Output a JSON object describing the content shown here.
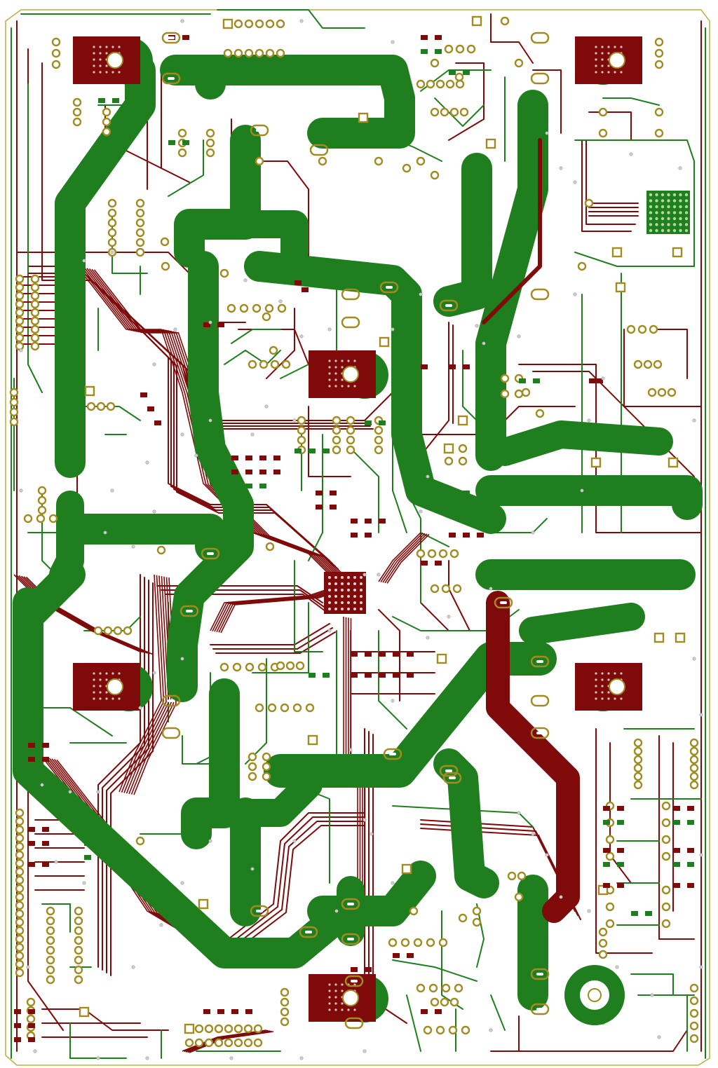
{
  "board": {
    "colors": {
      "background": "#ffffff",
      "outline": "#b8b040",
      "top_copper": "#1f7f1f",
      "bottom_copper": "#7f0a0a",
      "pad_ring": "#a08c22",
      "via": "#cfcfcf",
      "hole": "#ffffff"
    },
    "layers": [
      "top-copper",
      "bottom-copper",
      "pads",
      "vias"
    ],
    "power_modules": 6,
    "center_ic": "bga-package",
    "icons": [
      "pad-icon",
      "via-icon",
      "heatsink-pad-icon",
      "bga-icon"
    ]
  }
}
